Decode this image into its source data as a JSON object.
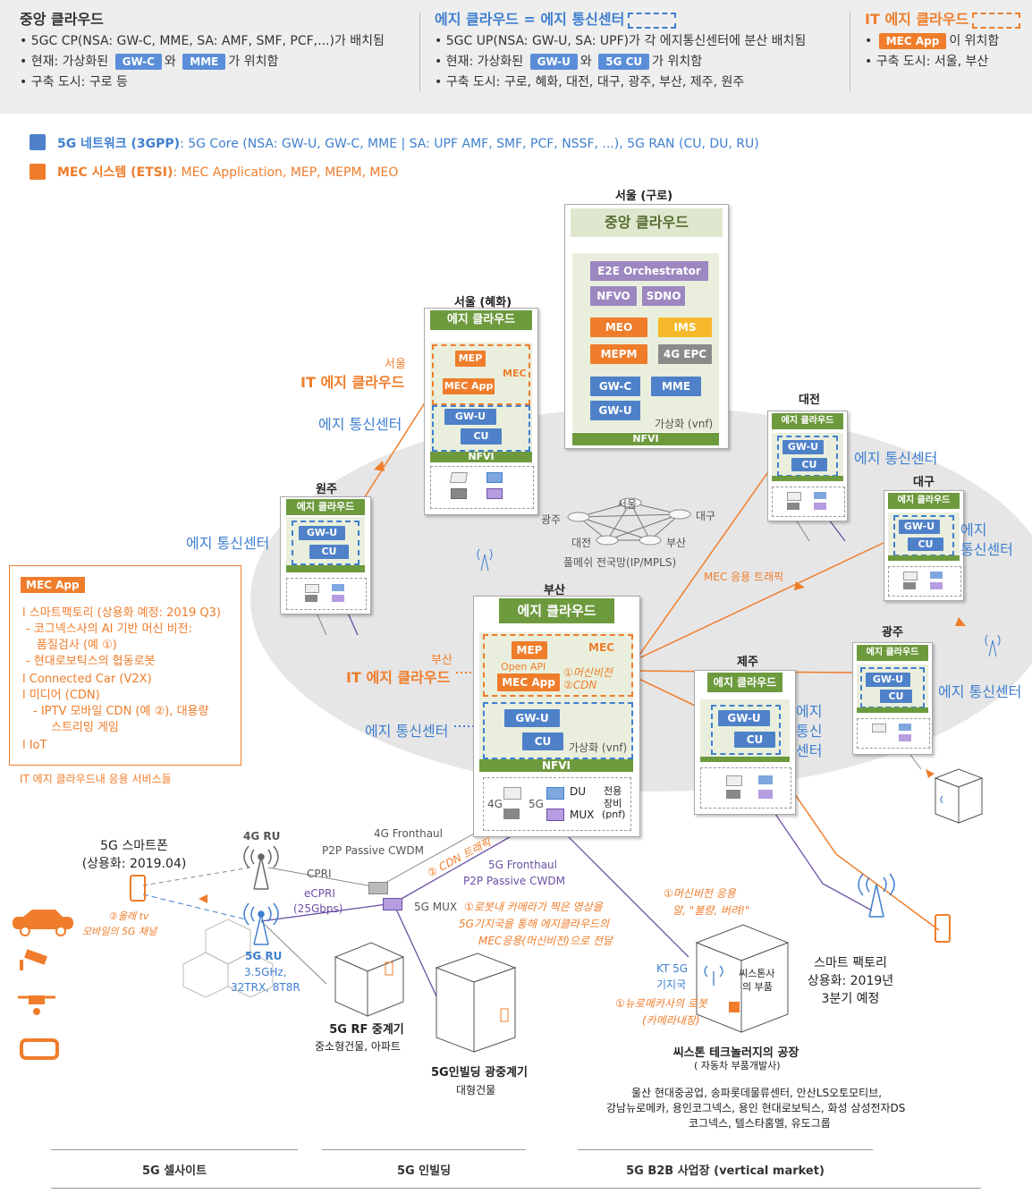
{
  "header": {
    "central": {
      "title": "중앙 클라우드",
      "line1": "• 5GC CP(NSA: GW-C, MME, SA: AMF, SMF, PCF,...)가 배치됨",
      "line2_pre": "• 현재: 가상화된",
      "chip_a": "GW-C",
      "mid": "와",
      "chip_b": "MME",
      "line2_post": "가 위치함",
      "line3": "• 구축 도시: 구로 등"
    },
    "edge": {
      "title": "에지 클라우드 = 에지 통신센터",
      "line1": "• 5GC UP(NSA: GW-U, SA: UPF)가 각 에지통신센터에 분산 배치됨",
      "line2_pre": "• 현재: 가상화된",
      "chip_a": "GW-U",
      "mid": "와",
      "chip_b": "5G CU",
      "line2_post": "가 위치함",
      "line3": "• 구축 도시: 구로, 혜화, 대전, 대구, 광주, 부산, 제주, 원주"
    },
    "it": {
      "title": "IT 에지 클라우드",
      "chip": "MEC App",
      "line1_post": "이 위치함",
      "line2": "• 구축 도시: 서울, 부산"
    }
  },
  "legend": {
    "blue_bold": "5G 네트워크 (3GPP)",
    "blue_rest": ": 5G Core (NSA: GW-U, GW-C, MME | SA: UPF AMF, SMF, PCF, NSSF, ...), 5G RAN (CU, DU, RU)",
    "orange_bold": "MEC 시스템 (ETSI)",
    "orange_rest": ": MEC Application, MEP, MEPM, MEO"
  },
  "central_cloud": {
    "city": "서울 (구로)",
    "title": "중앙 클라우드",
    "e2e": "E2E Orchestrator",
    "nfvo": "NFVO",
    "sdno": "SDNO",
    "meo": "MEO",
    "ims": "IMS",
    "mepm": "MEPM",
    "epc": "4G EPC",
    "gwc": "GW-C",
    "mme": "MME",
    "gwu": "GW-U",
    "virt": "가상화 (vnf)",
    "nfvi": "NFVI"
  },
  "hyehwa": {
    "city": "서울 (혜화)",
    "title": "에지 클라우드",
    "mep": "MEP",
    "mec": "MEC",
    "mec_app": "MEC App",
    "gwu": "GW-U",
    "cu": "CU",
    "nfvi": "NFVI",
    "label_city": "서울",
    "label_it": "IT 에지 클라우드",
    "label_edge": "에지 통신센터"
  },
  "wonju": {
    "city": "원주",
    "title": "에지 클라우드",
    "gwu": "GW-U",
    "cu": "CU",
    "label_edge": "에지 통신센터"
  },
  "daejeon": {
    "city": "대전",
    "title": "에지 클라우드",
    "gwu": "GW-U",
    "cu": "CU",
    "label_edge": "에지 통신센터"
  },
  "daegu": {
    "city": "대구",
    "title": "에지 클라우드",
    "gwu": "GW-U",
    "cu": "CU",
    "label_edge_1": "에지",
    "label_edge_2": "통신센터"
  },
  "gwangju": {
    "city": "광주",
    "title": "에지 클라우드",
    "gwu": "GW-U",
    "cu": "CU",
    "label_edge": "에지 통신센터"
  },
  "jeju": {
    "city": "제주",
    "title": "에지 클라우드",
    "gwu": "GW-U",
    "cu": "CU",
    "label_1": "에지",
    "label_2": "통신",
    "label_3": "센터"
  },
  "busan": {
    "city": "부산",
    "title": "에지 클라우드",
    "mep": "MEP",
    "mec": "MEC",
    "open_api": "Open API",
    "mec_app": "MEC App",
    "svc1": "①머신비전",
    "svc2": "②CDN",
    "gwu": "GW-U",
    "cu": "CU",
    "virt": "가상화 (vnf)",
    "nfvi": "NFVI",
    "du": "DU",
    "mux": "MUX",
    "g4": "4G",
    "g5": "5G",
    "dedicated": "전용",
    "equip": "장비",
    "pnf": "(pnf)",
    "label_city": "부산",
    "label_it": "IT 에지 클라우드",
    "label_edge": "에지 통신센터"
  },
  "mesh": {
    "seoul": "서울",
    "gwangju": "광주",
    "daegu": "대구",
    "daejeon": "대전",
    "busan": "부산",
    "caption": "풀메쉬 전국망(IP/MPLS)",
    "traffic": "MEC 응용 트래픽"
  },
  "mec_box": {
    "header": "MEC App",
    "l1": "l 스마트팩토리 (상용화 예정: 2019 Q3)",
    "l2": "- 코그넥스사의 AI 기반 머신 비전:",
    "l3": "품질검사 (예 ①)",
    "l4": "- 현대로보틱스의 협동로봇",
    "l5": "l Connected Car (V2X)",
    "l6": "l 미디어 (CDN)",
    "l7": "- IPTV 모바일 CDN (예 ②), 대용량",
    "l8": "스트리밍 게임",
    "l9": "l IoT",
    "caption": "IT 에지 클라우드내 응용 서비스들"
  },
  "ran": {
    "phone_title": "5G 스마트폰",
    "phone_sub": "(상용화: 2019.04)",
    "ru4g": "4G RU",
    "ru5g": "5G RU",
    "ru5g_spec1": "3.5GHz,",
    "ru5g_spec2": "32TRX, 8T8R",
    "cpri": "CPRI",
    "ecpri": "eCPRI",
    "ecpri_rate": "(25Gbps)",
    "fh4g_1": "4G Fronthaul",
    "fh4g_2": "P2P Passive CWDM",
    "fh5g_1": "5G Fronthaul",
    "fh5g_2": "P2P Passive CWDM",
    "mux5g": "5G MUX",
    "cdn_note": "② CDN 트래픽",
    "tv_note_1": "②올레 tv",
    "tv_note_2": "모바일의 5G 채널",
    "rf_title": "5G RF 중계기",
    "rf_sub": "중소형건물, 아파트",
    "inb_title": "5G인빌딩 광중계기",
    "inb_sub": "대형건물",
    "robot_note_1": "①로봇내 카메라가 찍은 영상을",
    "robot_note_2": "5G기지국을 통해 에지클라우드의",
    "robot_note_3": "MEC응용(머신비전)으로 전달",
    "mv_note_1": "①머신비전 응용",
    "mv_note_2": "알, \"불량, 버려!\"",
    "kt_1": "KT 5G",
    "kt_2": "기지국",
    "part_1": "씨스톤사",
    "part_2": "의 부품",
    "robot_1": "①뉴로메카사의 로봇",
    "robot_2": "(카메라내장)",
    "factory_title": "씨스톤 테크놀러지의 공장",
    "factory_sub": "( 자동차 부품개발사)",
    "sf_1": "스마트 팩토리",
    "sf_2": "상용화: 2019년",
    "sf_3": "3분기 예정",
    "cos_1": "울산 현대중공업, 송파롯데물류센터, 안산LS오토모티브,",
    "cos_2": "강남뉴로메카, 용인코그넥스, 용인 현대로보틱스, 화성 삼성전자DS",
    "cos_3": "코그넥스, 텔스타홈멜, 유도그룹"
  },
  "footer": {
    "cell": "5G 셀사이트",
    "building": "5G 인빌딩",
    "b2b": "5G B2B 사업장 (vertical market)"
  },
  "colors": {
    "blue": "#4f81c9",
    "orange": "#ef7d2b",
    "green": "#6e9a3e",
    "purple": "#9c87c0",
    "yellow": "#f6b92b"
  }
}
